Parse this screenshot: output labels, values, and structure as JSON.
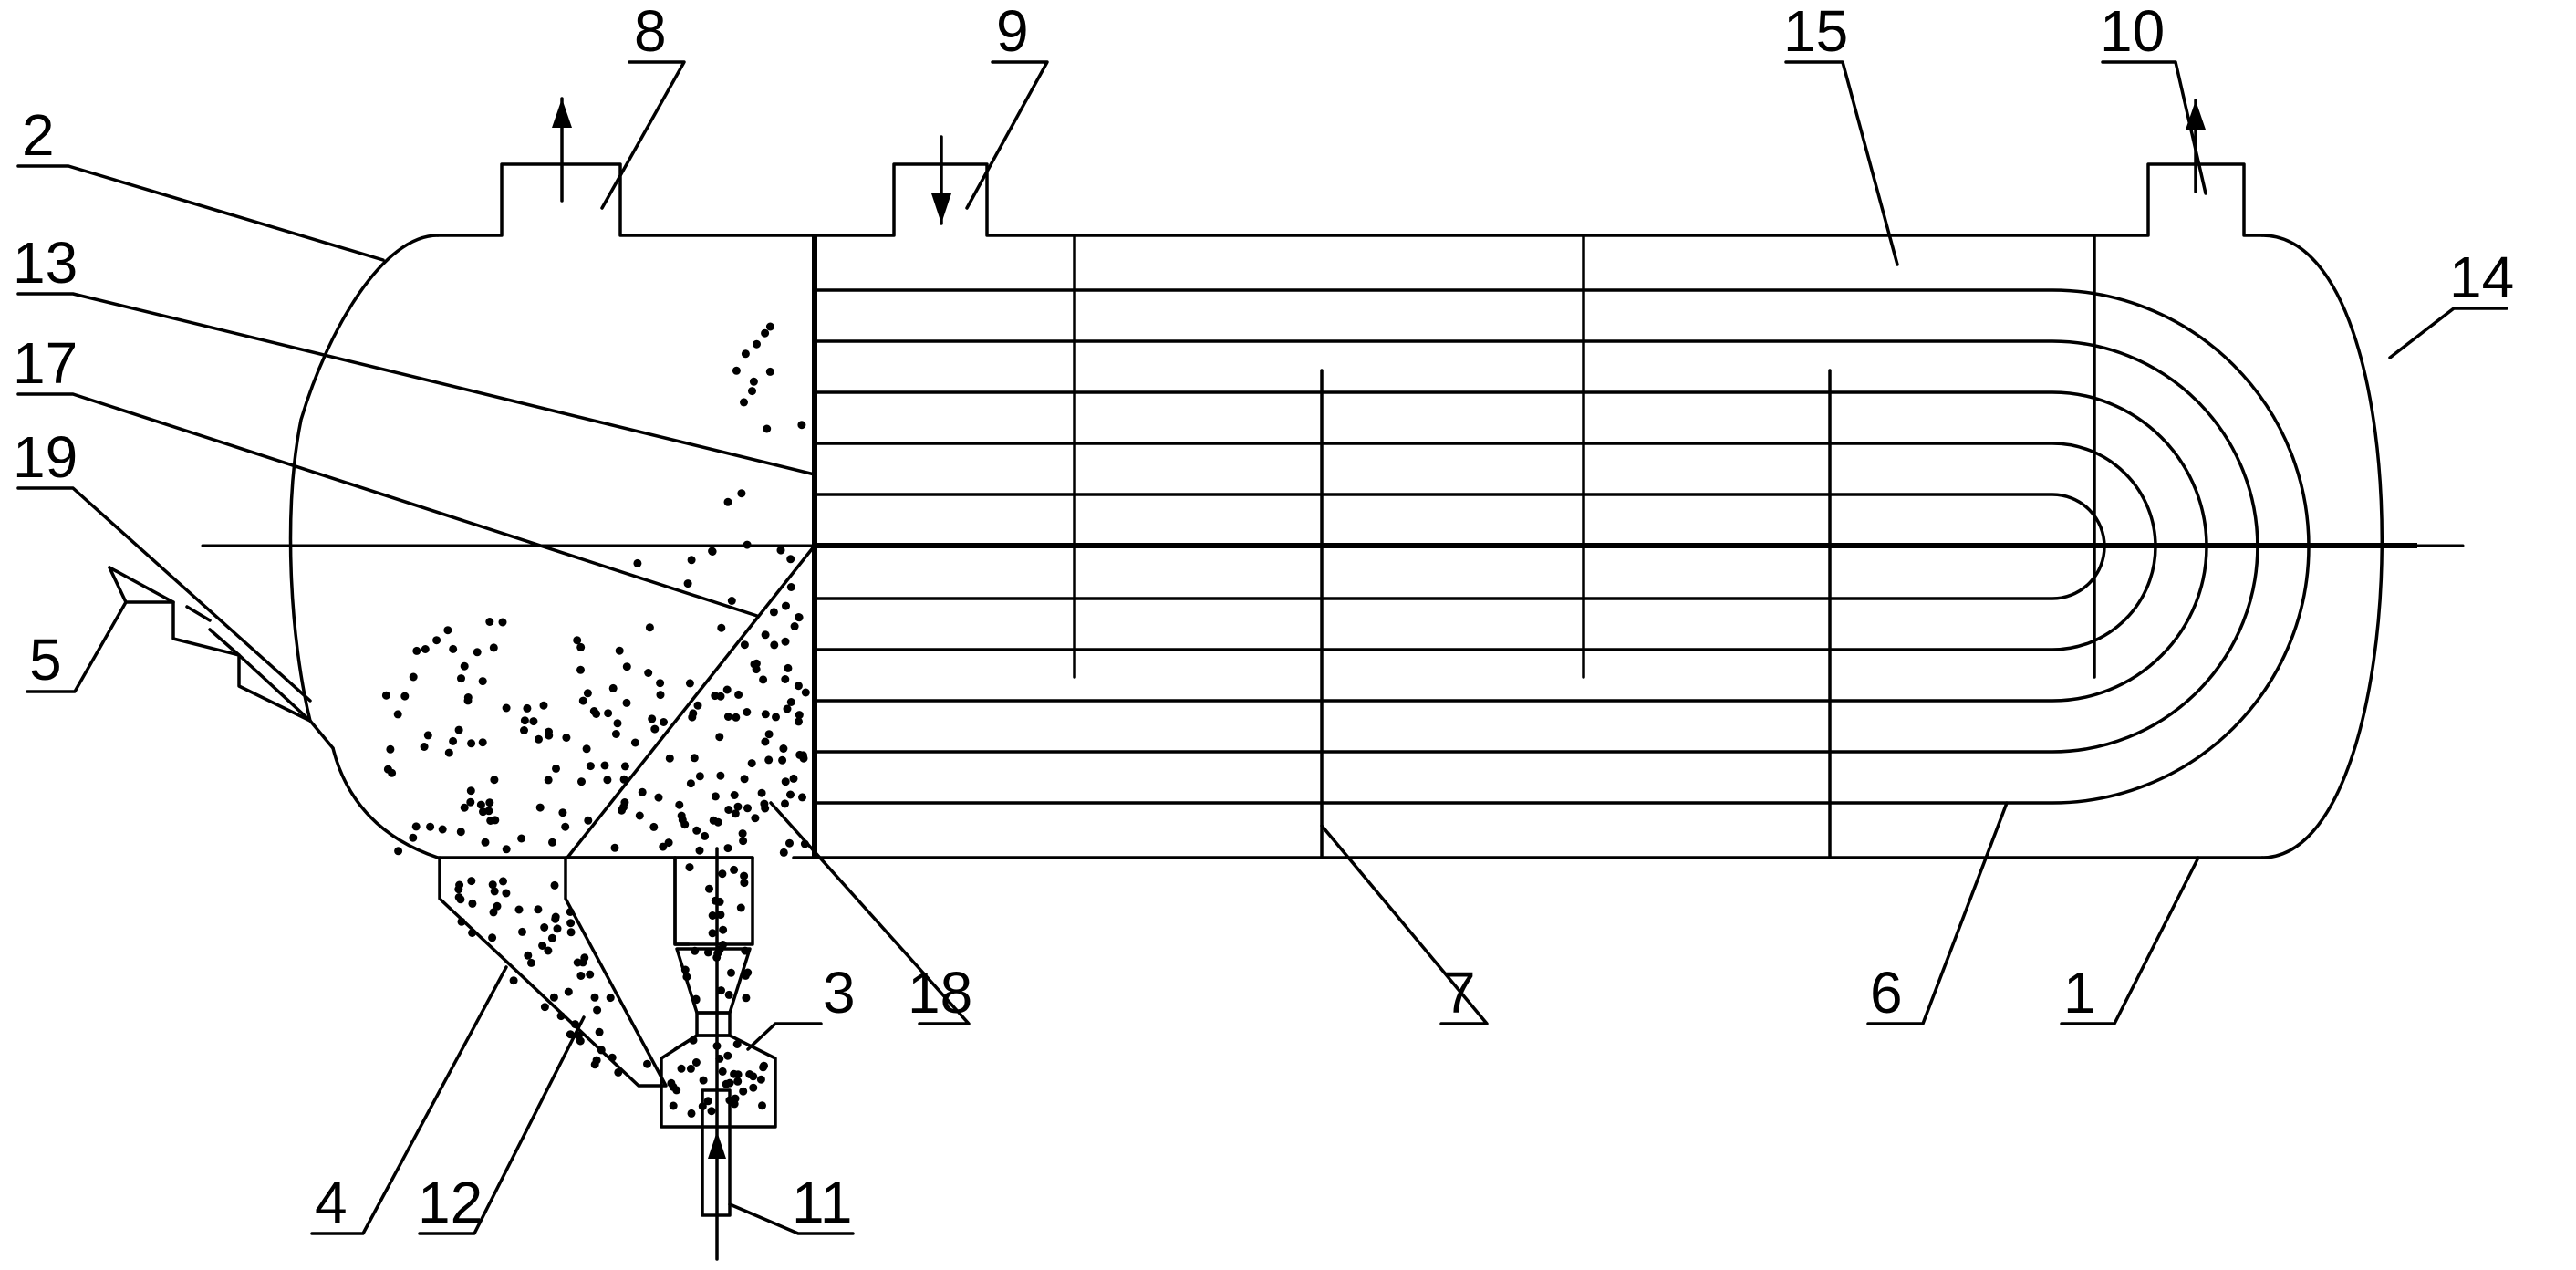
{
  "labels": [
    {
      "id": "1",
      "text": "1"
    },
    {
      "id": "2",
      "text": "2"
    },
    {
      "id": "3",
      "text": "3"
    },
    {
      "id": "4",
      "text": "4"
    },
    {
      "id": "5",
      "text": "5"
    },
    {
      "id": "6",
      "text": "6"
    },
    {
      "id": "7",
      "text": "7"
    },
    {
      "id": "8",
      "text": "8"
    },
    {
      "id": "9",
      "text": "9"
    },
    {
      "id": "10",
      "text": "10"
    },
    {
      "id": "11",
      "text": "11"
    },
    {
      "id": "12",
      "text": "12"
    },
    {
      "id": "13",
      "text": "13"
    },
    {
      "id": "14",
      "text": "14"
    },
    {
      "id": "15",
      "text": "15"
    },
    {
      "id": "17",
      "text": "17"
    },
    {
      "id": "18",
      "text": "18"
    },
    {
      "id": "19",
      "text": "19"
    }
  ],
  "colors": {
    "line": "#000000",
    "background": "#ffffff"
  }
}
